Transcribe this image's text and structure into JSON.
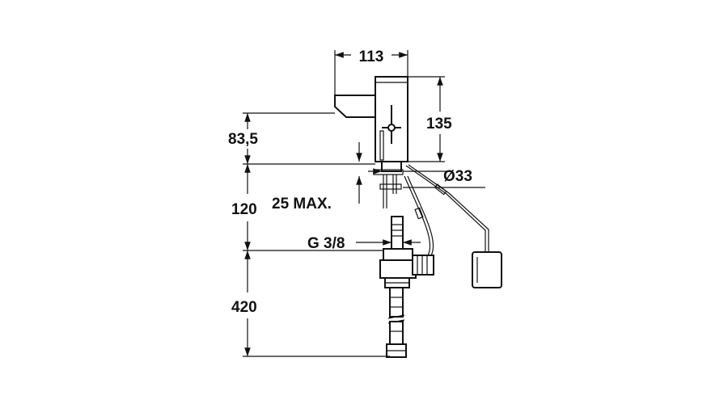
{
  "diagram": {
    "dimensions": {
      "width_top": "113",
      "height_body": "135",
      "height_spout": "83,5",
      "diameter": "Ø33",
      "height_mid": "120",
      "max_thickness": "25 MAX.",
      "thread": "G 3/8",
      "height_bottom": "420"
    },
    "colors": {
      "line": "#111111",
      "background": "#ffffff"
    }
  }
}
